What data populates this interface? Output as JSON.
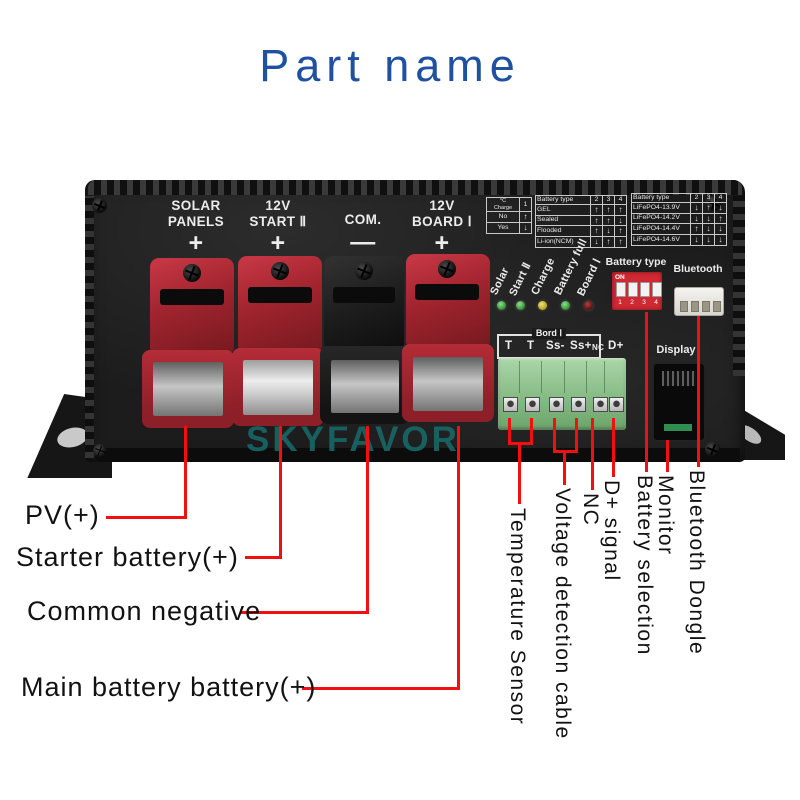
{
  "title": "Part name",
  "device": {
    "ports": [
      {
        "name": "SOLAR\nPANELS",
        "sign": "+"
      },
      {
        "name": "12V\nSTART Ⅱ",
        "sign": "+"
      },
      {
        "name": "COM.",
        "sign": "—"
      },
      {
        "name": "12V\nBOARD Ⅰ",
        "sign": "+"
      }
    ],
    "temp_table": {
      "header": [
        "°C\nCharge",
        "1"
      ],
      "rows": [
        [
          "No",
          "↑"
        ],
        [
          "Yes",
          "↓"
        ]
      ]
    },
    "battery_table": {
      "header": [
        "Battery type",
        "2",
        "3",
        "4"
      ],
      "rows": [
        [
          "GEL",
          "↑",
          "↑",
          "↑"
        ],
        [
          "Sealed",
          "↑",
          "↑",
          "↓"
        ],
        [
          "Flooded",
          "↑",
          "↓",
          "↑"
        ],
        [
          "Li-ion(NCM)",
          "↓",
          "↑",
          "↑"
        ]
      ]
    },
    "lifepo4_table": {
      "header": [
        "Battery type",
        "2",
        "3",
        "4"
      ],
      "rows": [
        [
          "LiFePO4-13.9V",
          "↓",
          "↑",
          "↓"
        ],
        [
          "LiFePO4-14.2V",
          "↓",
          "↓",
          "↑"
        ],
        [
          "LiFePO4-14.4V",
          "↑",
          "↓",
          "↓"
        ],
        [
          "LiFePO4-14.6V",
          "↓",
          "↓",
          "↓"
        ]
      ]
    },
    "leds": [
      {
        "label": "Solar",
        "color": "#3aa33c"
      },
      {
        "label": "Start Ⅱ",
        "color": "#3aa33c"
      },
      {
        "label": "Charge",
        "color": "#c8b41e"
      },
      {
        "label": "Battery full",
        "color": "#3aa33c"
      },
      {
        "label": "Board Ⅰ",
        "color": "#7a1616"
      }
    ],
    "dip": {
      "label": "Battery type",
      "on_label": "ON",
      "numbers": [
        "1",
        "2",
        "3",
        "4"
      ]
    },
    "bluetooth_label": "Bluetooth",
    "display_label": "Display",
    "board_box_label": "Bord Ⅰ",
    "terminal_labels": [
      "T",
      "T",
      "Ss-",
      "Ss+",
      "NC",
      "D+"
    ],
    "watermark": "SKYFAVOR"
  },
  "callouts": {
    "left": [
      "PV(+)",
      "Starter battery(+)",
      "Common negative",
      "Main battery battery(+)"
    ],
    "bottom": [
      "Temperature Sensor",
      "Voltage detection cable",
      "NC",
      "D+ signal",
      "Battery selection",
      "Monitor",
      "Bluetooth Dongle"
    ]
  },
  "colors": {
    "title_blue": "#2050a0",
    "callout_red": "#f10f0f",
    "connector_red": "#a8242e",
    "terminal_green": "#8fc08b",
    "watermark_teal": "#186a6a",
    "dip_red": "#cf2a34"
  }
}
